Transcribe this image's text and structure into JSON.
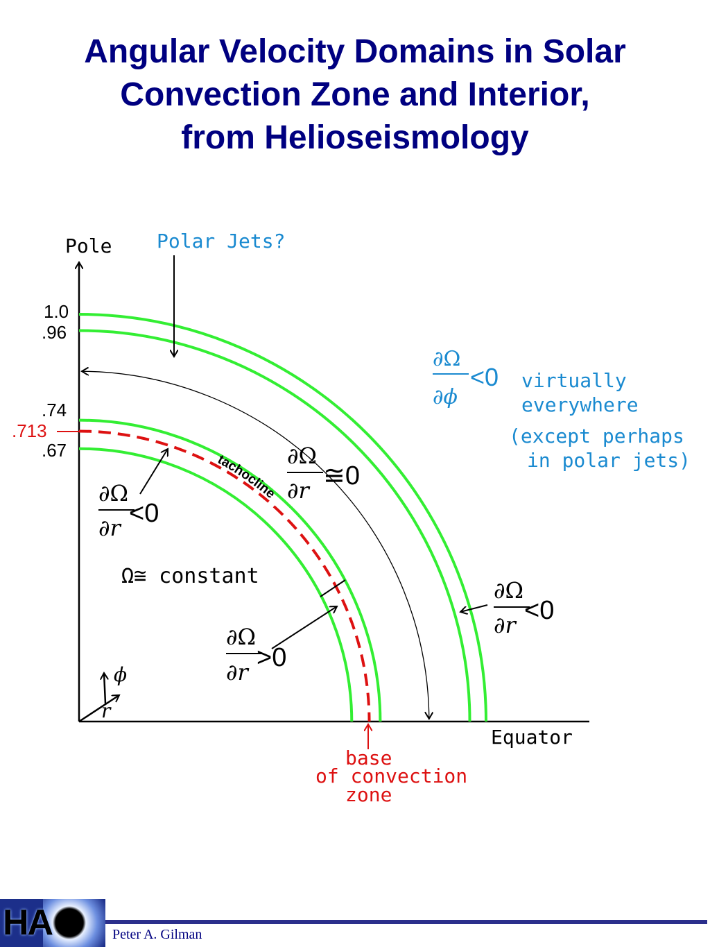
{
  "title": {
    "line1": "Angular Velocity Domains in Solar",
    "line2": "Convection Zone and Interior,",
    "line3": "from Helioseismology"
  },
  "axes": {
    "pole_label": "Pole",
    "equator_label": "Equator",
    "phi_label": "ϕ",
    "r_label": "r"
  },
  "radii": {
    "r1": 1.0,
    "r2": 0.96,
    "r3": 0.74,
    "r4": 0.713,
    "r5": 0.67,
    "labels": [
      ".74",
      ".713",
      ".67"
    ],
    "label_top": "1.0",
    "label_096": ".96"
  },
  "annotations": {
    "polar_jets": "Polar Jets?",
    "tachocline": "tachocline",
    "omega_constant": "Ω≅ constant",
    "base_line1": "base",
    "base_line2": "of convection",
    "base_line3": "zone",
    "dphi_text": "∂Ω/∂ϕ < 0",
    "virtually": "virtually",
    "everywhere": "everywhere",
    "except1": "(except perhaps",
    "except2": "in polar jets)",
    "drneg_inner": "∂Ω/∂r < 0",
    "drpos": "∂Ω/∂r > 0",
    "drzero": "∂Ω/∂r ≅ 0",
    "drneg_outer": "∂Ω/∂r < 0",
    "num": "∂Ω",
    "den_r": "∂r",
    "den_phi": "∂ϕ",
    "lt0": "<0",
    "gt0": ">0",
    "approx0": "≅0"
  },
  "colors": {
    "title": "#000080",
    "green": "#33ee33",
    "red": "#dd1111",
    "blue": "#1a8ad0",
    "black": "#000000"
  },
  "footer": {
    "author": "Peter A. Gilman",
    "logo_text": "HA"
  }
}
